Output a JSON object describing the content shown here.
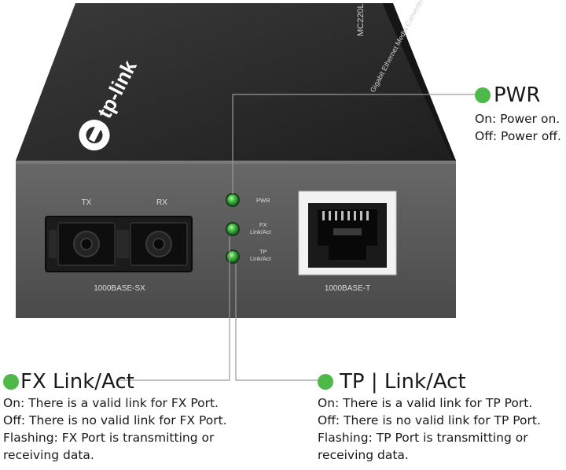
{
  "device": {
    "brand": "tp-link",
    "model": "MC220L",
    "subtitle": "Gigabit Ethernet Media Converter",
    "ports": {
      "tx": "TX",
      "rx": "RX",
      "fiber_label": "1000BASE-SX",
      "rj45_label": "1000BASE-T"
    },
    "leds": [
      {
        "label_line1": "PWR",
        "label_line2": ""
      },
      {
        "label_line1": "FX",
        "label_line2": "Link/Act"
      },
      {
        "label_line1": "TP",
        "label_line2": "Link/Act"
      }
    ]
  },
  "annotations": {
    "pwr": {
      "title": "PWR",
      "lines": [
        "On: Power on.",
        "Off: Power off."
      ]
    },
    "fx": {
      "title": "FX Link/Act",
      "lines": [
        "On: There is a valid link for FX Port.",
        "Off: There is no valid link for FX Port.",
        "Flashing: FX Port is transmitting or",
        "receiving data."
      ]
    },
    "tp": {
      "title": "TP | Link/Act",
      "lines": [
        "On: There is a valid link for TP Port.",
        "Off: There is no valid link for TP Port.",
        "Flashing: TP Port is transmitting or",
        "receiving data."
      ]
    }
  },
  "colors": {
    "led_green": "#2fa836",
    "annotation_dot": "#4fb84a",
    "device_top": "#2b2b2b",
    "device_front": "#5a5a5a"
  },
  "icons": [
    "tp-link-logo-icon",
    "sc-fiber-port-icon",
    "rj45-port-icon",
    "led-indicator-icon"
  ]
}
